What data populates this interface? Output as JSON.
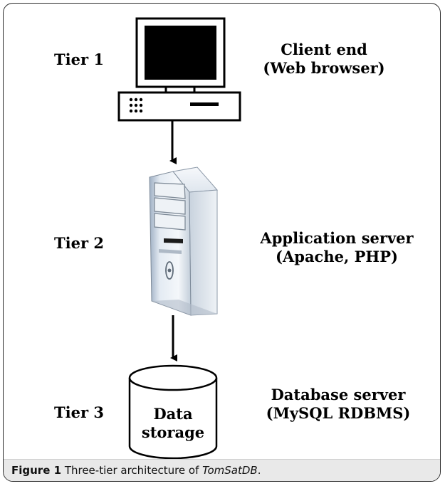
{
  "tiers": [
    {
      "tier": "Tier 1",
      "description_lines": [
        "Client end",
        "(Web browser)"
      ],
      "icon": "desktop-computer-icon"
    },
    {
      "tier": "Tier 2",
      "description_lines": [
        "Application server",
        "(Apache, PHP)"
      ],
      "icon": "server-tower-icon"
    },
    {
      "tier": "Tier 3",
      "description_lines": [
        "Database server",
        "(MySQL RDBMS)"
      ],
      "icon": "database-cylinder-icon"
    }
  ],
  "database": {
    "label_lines": [
      "Data",
      "storage"
    ]
  },
  "caption": {
    "figure_number": "Figure 1",
    "text": " Three-tier architecture of ",
    "name": "TomSatDB",
    "end": "."
  },
  "colors": {
    "border": "#2b2b2b",
    "caption_background": "#e9e9e9",
    "arrow": "#000000"
  }
}
